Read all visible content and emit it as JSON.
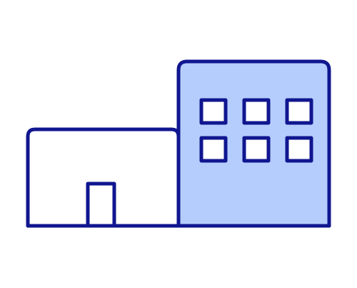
{
  "illustration": {
    "icon": "buildings-icon",
    "colors": {
      "stroke": "#10168F",
      "tower_fill": "#B5CDFD",
      "low_building_fill": "#FFFFFF",
      "background": "#FFFFFF"
    },
    "tower": {
      "window_rows": 2,
      "window_columns": 3
    },
    "low_building": {
      "doors": 1
    }
  }
}
